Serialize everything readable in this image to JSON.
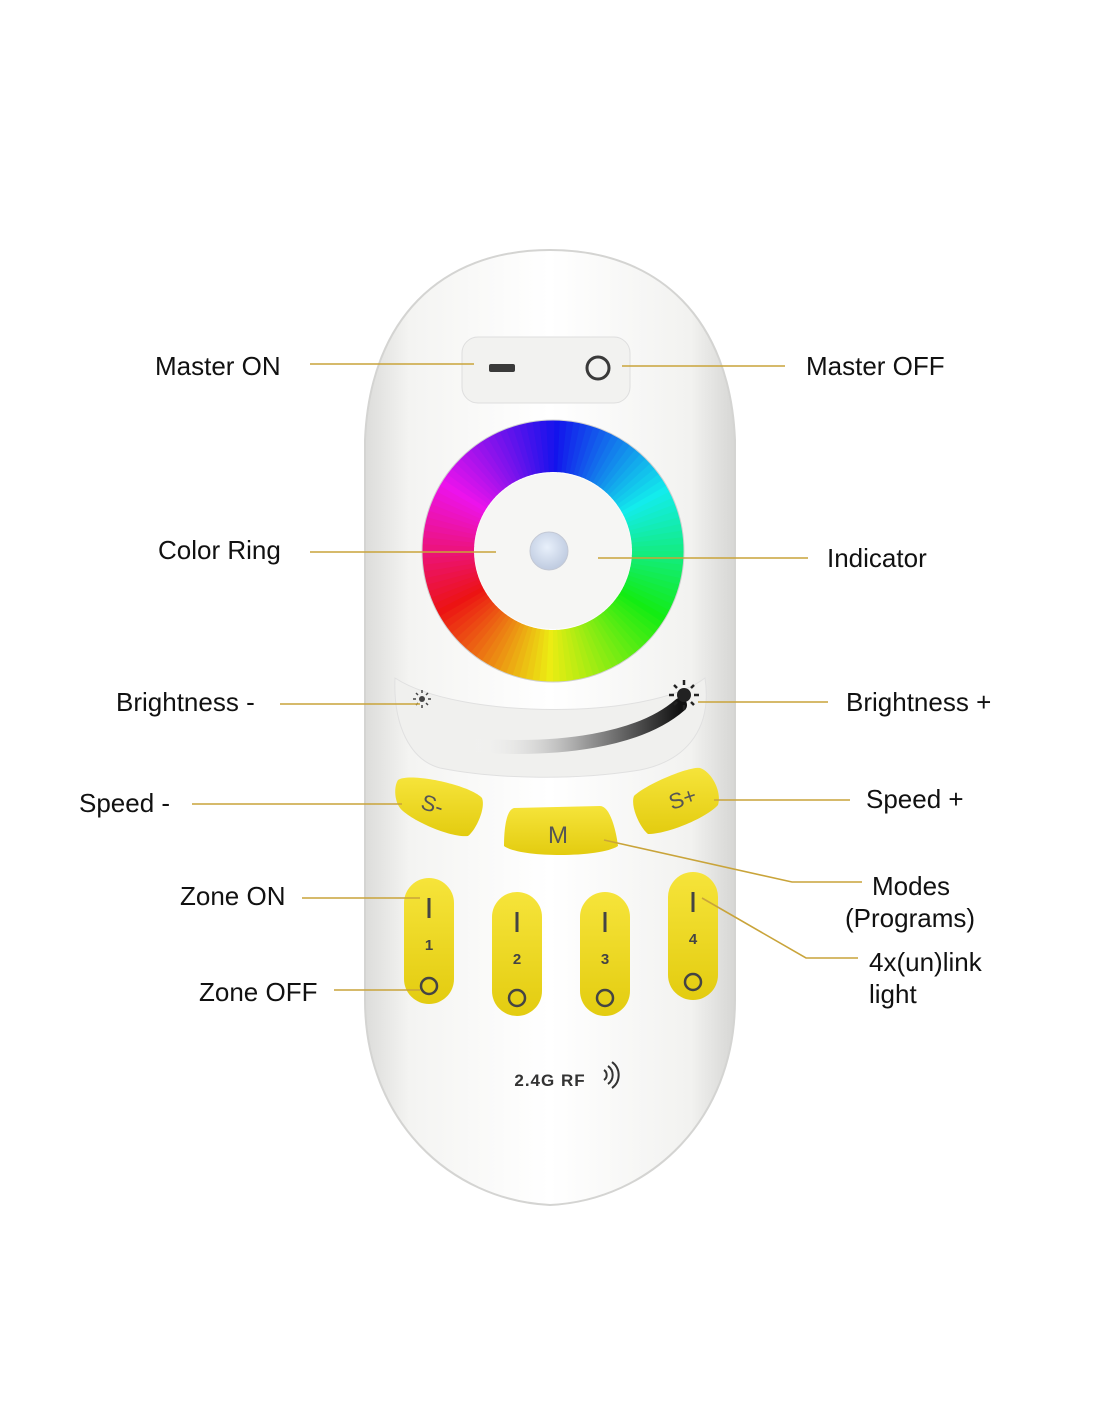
{
  "labels": {
    "master_on": "Master ON",
    "master_off": "Master OFF",
    "color_ring": "Color Ring",
    "indicator": "Indicator",
    "brightness_minus": "Brightness -",
    "brightness_plus": "Brightness +",
    "speed_minus": "Speed -",
    "speed_plus": "Speed +",
    "zone_on": "Zone ON",
    "zone_off": "Zone OFF",
    "modes_line1": "Modes",
    "modes_line2": "(Programs)",
    "link_line1": "4x(un)link",
    "link_line2": "light"
  },
  "remote": {
    "s_minus": "S-",
    "mode": "M",
    "s_plus": "S+",
    "zones": [
      "1",
      "2",
      "3",
      "4"
    ],
    "rf_logo": "2.4G RF"
  },
  "colors": {
    "leader_line": "#c9a43a",
    "button_yellow": "#f0dc1e",
    "remote_body": "#f7f7f5"
  }
}
